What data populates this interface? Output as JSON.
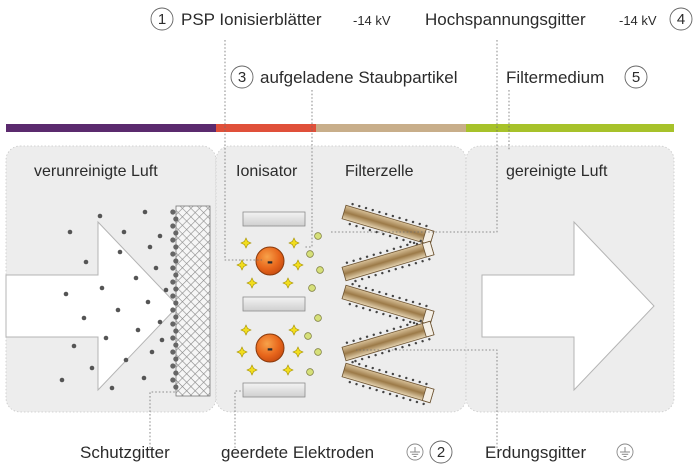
{
  "labels": {
    "ionizer_blades_num": "1",
    "ionizer_blades": "PSP Ionisierblätter",
    "ionizer_blades_voltage": "-14 kV",
    "hv_grid": "Hochspannungsgitter",
    "hv_grid_voltage": "-14 kV",
    "hv_grid_num": "4",
    "charged_dust_num": "3",
    "charged_dust": "aufgeladene Staubpartikel",
    "filter_medium": "Filtermedium",
    "filter_medium_num": "5",
    "protective_grid": "Schutzgitter",
    "grounded_electrodes": "geerdete Elektroden",
    "grounded_electrodes_num": "2",
    "grounding_grid": "Erdungsgitter"
  },
  "zones": {
    "dirty_air": "verunreinigte Luft",
    "ionizer": "Ionisator",
    "filter_cell": "Filterzelle",
    "clean_air": "gereinigte Luft"
  },
  "ion_sign": "-",
  "colors": {
    "bar_purple": "#5b2a6e",
    "bar_red": "#e0503a",
    "bar_tan": "#c8ae8a",
    "bar_green": "#a7c22a",
    "ion_orange": "#e8671c",
    "spark_yellow": "#f2dd1e",
    "particle_green": "#d6e07a",
    "fin_brown": "#9c7a48",
    "panel_grey": "#ededed"
  },
  "icons": {
    "ground": "ground-icon",
    "arrow": "flow-arrow-icon"
  }
}
